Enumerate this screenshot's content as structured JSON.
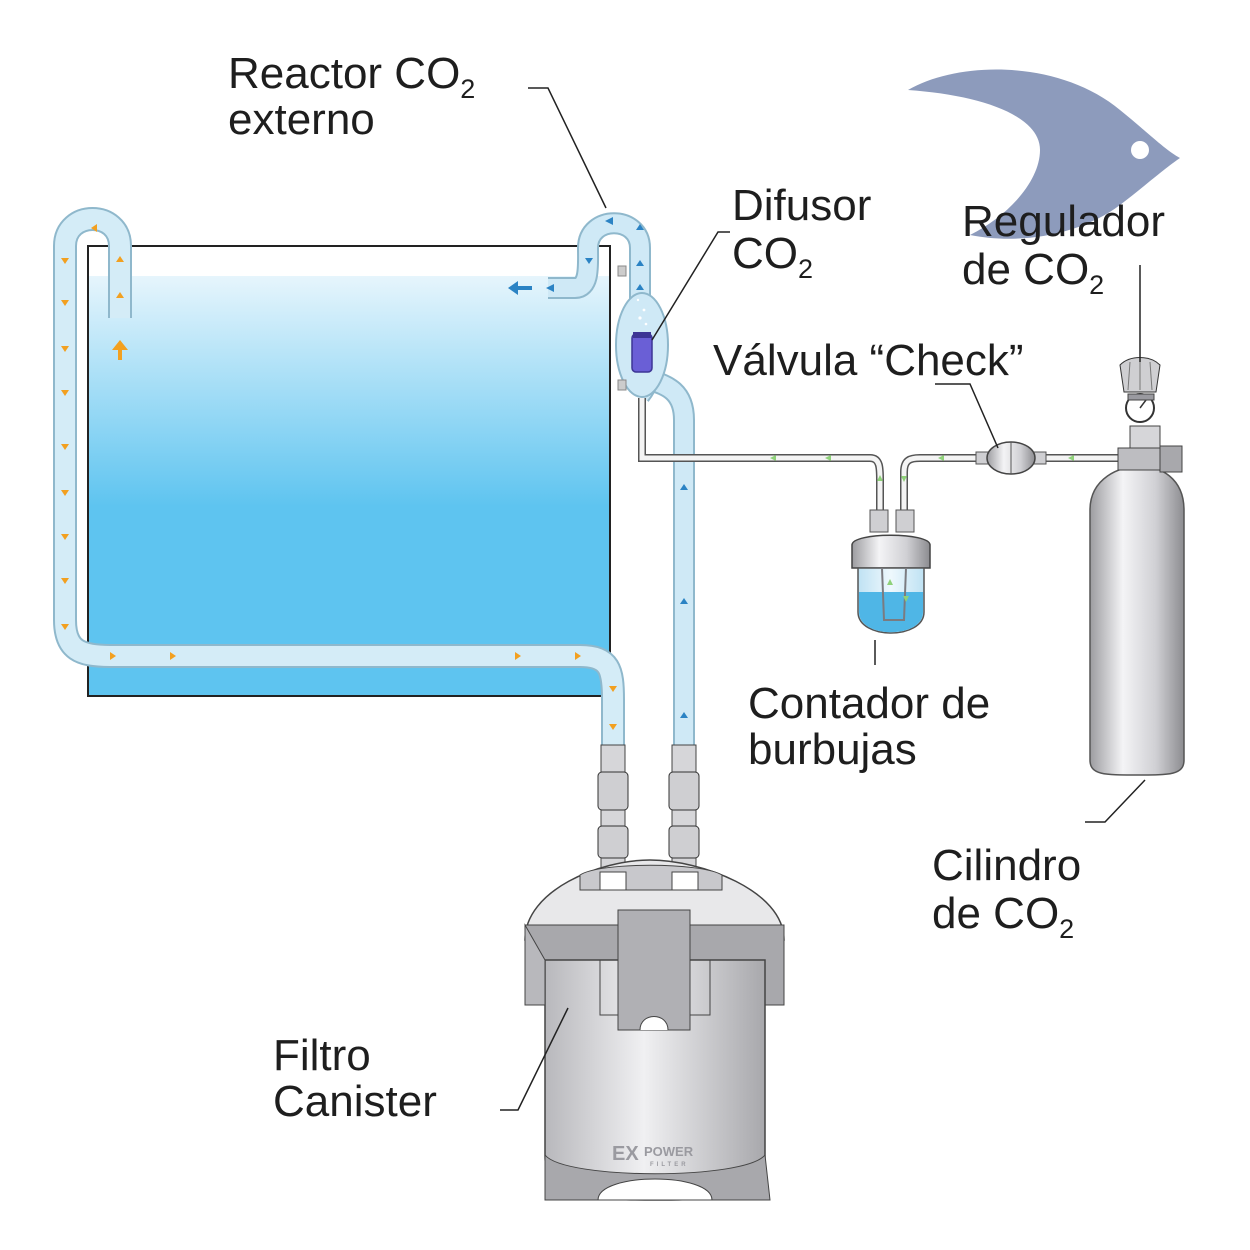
{
  "labels": {
    "reactor": {
      "line1_text": "Reactor CO",
      "line1_sub": "2",
      "line2": "externo"
    },
    "difusor": {
      "line1": "Difusor",
      "line2_text": "CO",
      "line2_sub": "2"
    },
    "regulador": {
      "line1": "Regulador",
      "line2_text": "de CO",
      "line2_sub": "2"
    },
    "valvula": {
      "text": "Válvula “Check”"
    },
    "contador": {
      "line1": "Contador de",
      "line2": "burbujas"
    },
    "cilindro": {
      "line1": "Cilindro",
      "line2_text": "de CO",
      "line2_sub": "2"
    },
    "filtro": {
      "line1": "Filtro",
      "line2": "Canister"
    }
  },
  "brand": {
    "big": "EX",
    "small": "POWER",
    "tiny": "FILTER"
  },
  "colors": {
    "water_top": "#e6f5fc",
    "water_bottom": "#5ec4f0",
    "tube": "#c4e4f4",
    "flow_arrow": "#f2a020",
    "co2_arrow": "#8fd17a",
    "fish_logo": "#8d9bbc",
    "filter_gray": "#cfcfd2",
    "cylinder_gray": "#dcdcdf"
  }
}
